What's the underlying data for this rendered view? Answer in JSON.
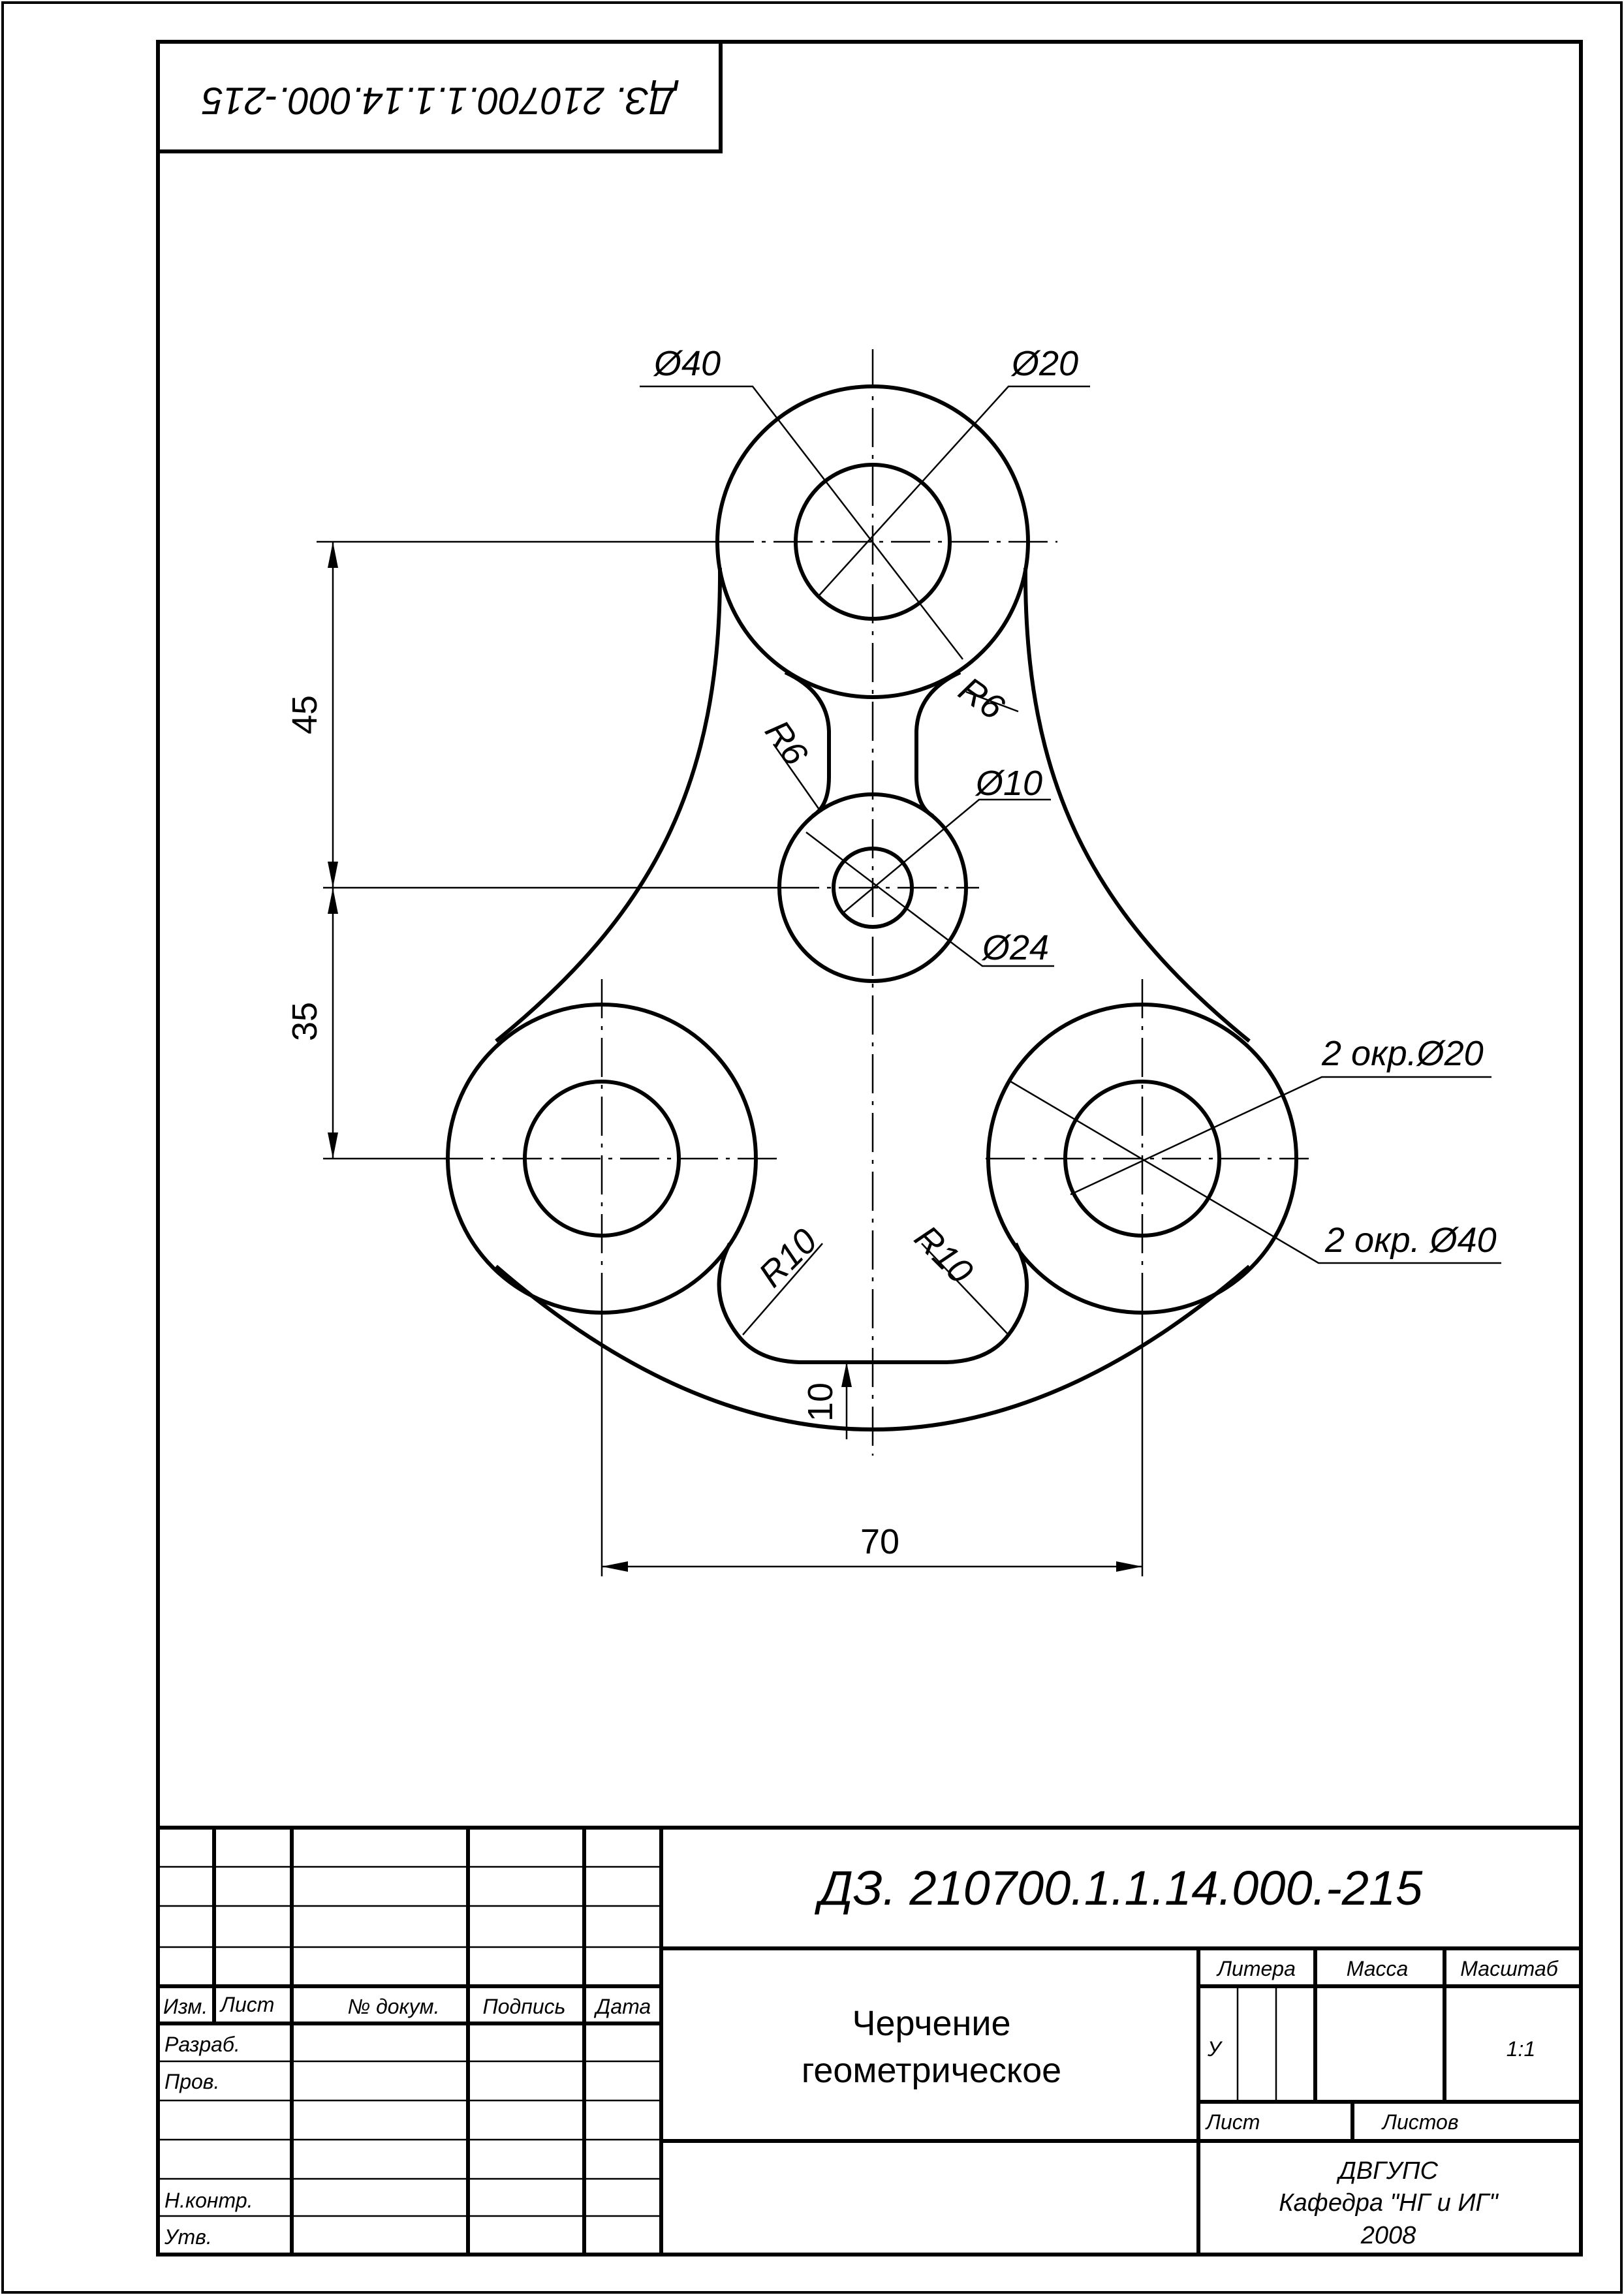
{
  "stamp_code": "ДЗ. 210700.1.1.14.000.-215",
  "dimensions": {
    "d40_top": "Ø40",
    "d20_top": "Ø20",
    "r6_right": "R6",
    "r6_left": "R6",
    "d10": "Ø10",
    "d24": "Ø24",
    "two_d20": "2 окр.Ø20",
    "two_d40": "2 окр. Ø40",
    "r10_left": "R10",
    "r10_right": "R10",
    "v45": "45",
    "v35": "35",
    "v10": "10",
    "h70": "70"
  },
  "title_block": {
    "doc_code": "ДЗ. 210700.1.1.14.000.-215",
    "header_izm": "Изм.",
    "header_list": "Лист",
    "header_doc": "№ докум.",
    "header_sign": "Подпись",
    "header_date": "Дата",
    "row_razrab": "Разраб.",
    "row_prov": "Пров.",
    "row_nkontr": "Н.контр.",
    "row_utv": "Утв.",
    "name_line1": "Черчение",
    "name_line2": "геометрическое",
    "litera_label": "Литера",
    "massa_label": "Масса",
    "masshtab_label": "Масштаб",
    "litera_value": "У",
    "scale_value": "1:1",
    "sheet_label": "Лист",
    "sheets_label": "Листов",
    "org_line1": "ДВГУПС",
    "org_line2": "Кафедра \"НГ и ИГ\"",
    "org_line3": "2008"
  }
}
